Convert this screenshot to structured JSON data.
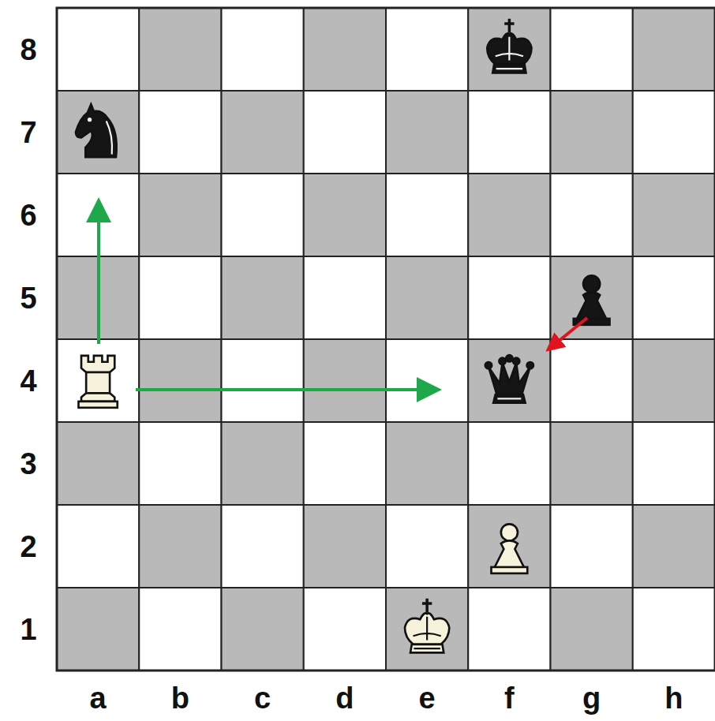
{
  "diagram": {
    "labels": [
      "8",
      "7",
      "6",
      "5",
      "4",
      "3",
      "2",
      "1",
      "a",
      "b",
      "c",
      "d",
      "e",
      "f",
      "g",
      "h"
    ]
  }
}
